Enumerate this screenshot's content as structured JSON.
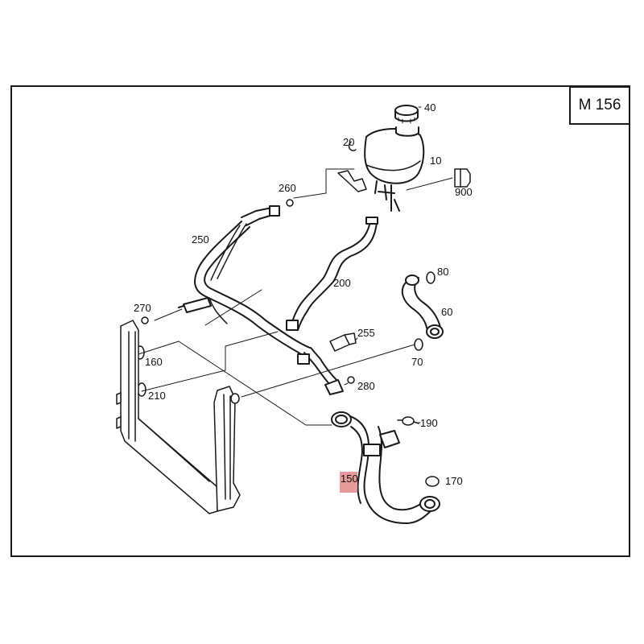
{
  "model_code": "M 156",
  "parts": [
    {
      "number": "10"
    },
    {
      "number": "20"
    },
    {
      "number": "40"
    },
    {
      "number": "60"
    },
    {
      "number": "70"
    },
    {
      "number": "80"
    },
    {
      "number": "150",
      "highlighted": true
    },
    {
      "number": "160"
    },
    {
      "number": "170"
    },
    {
      "number": "190"
    },
    {
      "number": "200"
    },
    {
      "number": "210"
    },
    {
      "number": "250"
    },
    {
      "number": "255"
    },
    {
      "number": "260"
    },
    {
      "number": "270"
    },
    {
      "number": "280"
    },
    {
      "number": "900"
    }
  ],
  "colors": {
    "line": "#1a1a1a",
    "highlight": "#e79a9a",
    "background": "#ffffff"
  }
}
